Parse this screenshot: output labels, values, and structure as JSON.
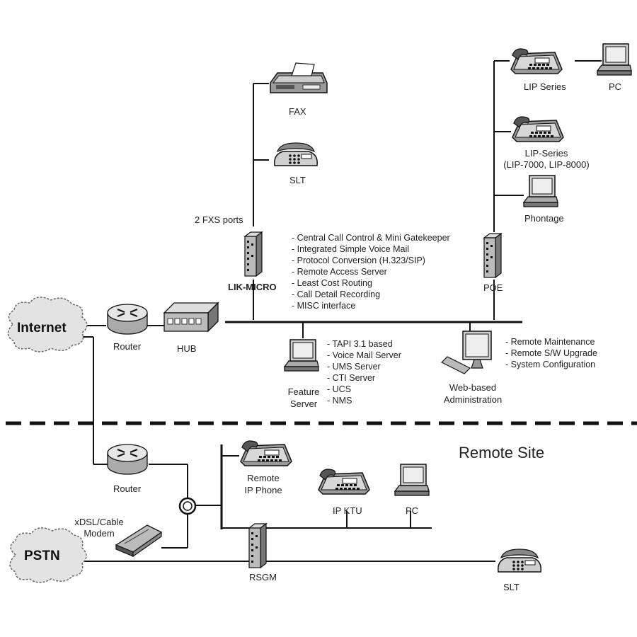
{
  "labels": {
    "fax": "FAX",
    "slt_top": "SLT",
    "fxs_ports": "2 FXS ports",
    "lik_micro": "LIK-MICRO",
    "lip_series_1": "LIP Series",
    "pc_top": "PC",
    "lip_series_2": "LIP-Series",
    "lip_series_2_models": "(LIP-7000, LIP-8000)",
    "phontage": "Phontage",
    "poe": "POE",
    "internet": "Internet",
    "router_top": "Router",
    "hub": "HUB",
    "feature_server_1": "Feature",
    "feature_server_2": "Server",
    "web_admin_1": "Web-based",
    "web_admin_2": "Administration",
    "remote_site": "Remote Site",
    "router_bottom": "Router",
    "remote_ip_phone_1": "Remote",
    "remote_ip_phone_2": "IP Phone",
    "ip_ktu": "IP KTU",
    "pc_bottom": "PC",
    "modem_1": "xDSL/Cable",
    "modem_2": "Modem",
    "pstn": "PSTN",
    "rsgm": "RSGM",
    "slt_bottom": "SLT"
  },
  "lik_micro_features": [
    "- Central Call Control & Mini Gatekeeper",
    "- Integrated Simple Voice Mail",
    "- Protocol Conversion (H.323/SIP)",
    "- Remote Access Server",
    "- Least Cost Routing",
    "- Call Detail Recording",
    "- MISC interface"
  ],
  "feature_server_features": [
    "- TAPI 3.1 based",
    "- Voice Mail Server",
    "- UMS Server",
    "- CTI Server",
    "- UCS",
    "- NMS"
  ],
  "web_admin_features": [
    "- Remote Maintenance",
    "- Remote S/W Upgrade",
    "- System Configuration"
  ]
}
